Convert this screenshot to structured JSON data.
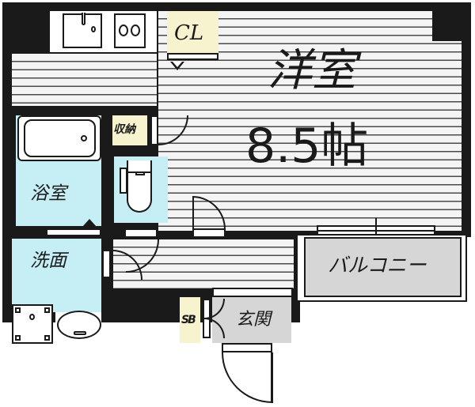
{
  "floorplan": {
    "rooms": {
      "western_room": {
        "label": "洋室",
        "size": "8.5帖"
      },
      "closet": {
        "label": "CL"
      },
      "storage": {
        "label": "収納"
      },
      "bathroom": {
        "label": "浴室"
      },
      "washroom": {
        "label": "洗面"
      },
      "entrance": {
        "label": "玄関"
      },
      "shoe_box": {
        "label": "SB"
      },
      "balcony": {
        "label": "バルコニー"
      }
    },
    "colors": {
      "wall": "#1a1a1a",
      "wet_area": "#c6eef5",
      "storage": "#f7f3cf",
      "balcony": "#d6d6d6",
      "floor": "#f4f4f4"
    }
  }
}
